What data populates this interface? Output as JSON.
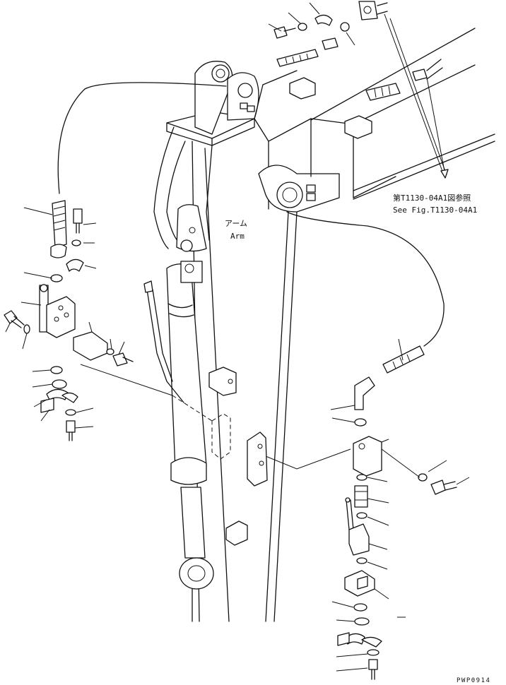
{
  "labels": {
    "arm_jp": "アーム",
    "arm_en": "Arm",
    "ref_jp": "第T1130-04A1図参照",
    "ref_en": "See Fig.T1130-04A1",
    "figure_code": "PWP0914"
  },
  "icons": {
    "parts": [
      "bolt-icon",
      "washer-icon",
      "clamp-icon",
      "o-ring-icon",
      "valve-block-icon",
      "elbow-fitting-icon",
      "hose-icon",
      "bracket-icon"
    ]
  }
}
